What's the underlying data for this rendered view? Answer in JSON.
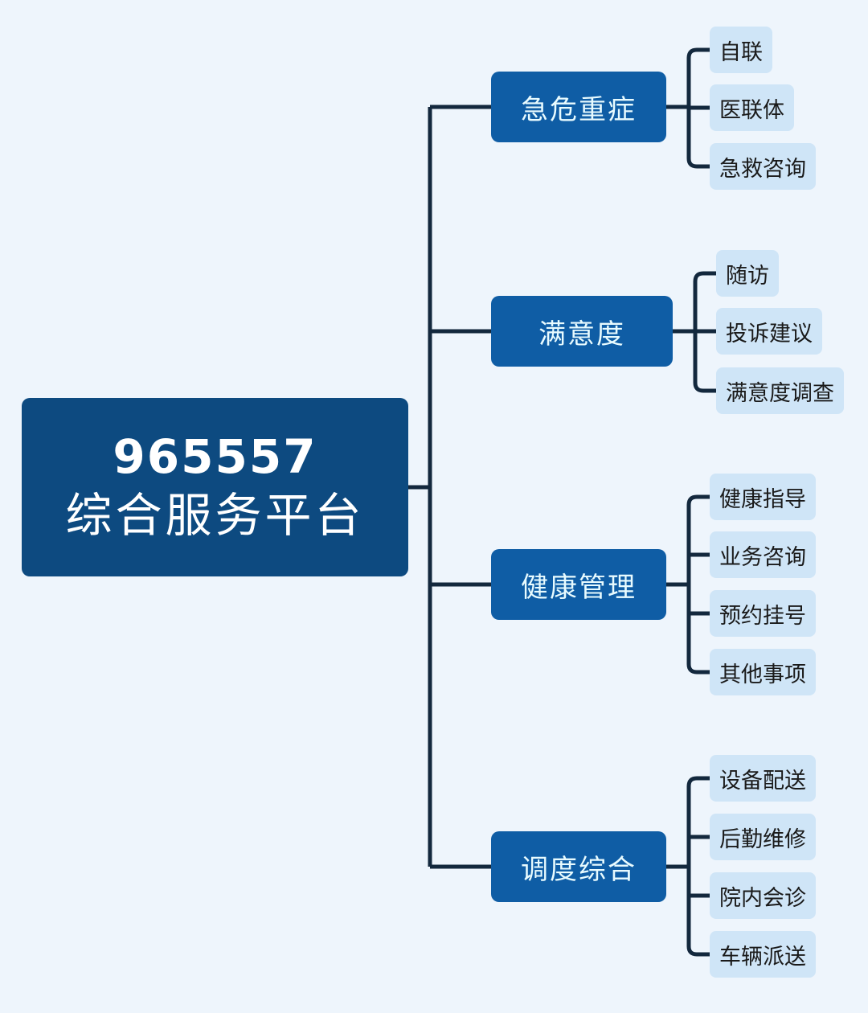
{
  "root": {
    "number": "965557",
    "title": "综合服务平台"
  },
  "branches": [
    {
      "label": "急危重症",
      "leaves": [
        "自联",
        "医联体",
        "急救咨询"
      ]
    },
    {
      "label": "满意度",
      "leaves": [
        "随访",
        "投诉建议",
        "满意度调查"
      ]
    },
    {
      "label": "健康管理",
      "leaves": [
        "健康指导",
        "业务咨询",
        "预约挂号",
        "其他事项"
      ]
    },
    {
      "label": "调度综合",
      "leaves": [
        "设备配送",
        "后勤维修",
        "院内会诊",
        "车辆派送"
      ]
    }
  ],
  "colors": {
    "root": "#0d4a80",
    "branch": "#0f5da5",
    "leaf": "#cfe5f7",
    "line": "#13283d",
    "background": "#eef5fc"
  }
}
